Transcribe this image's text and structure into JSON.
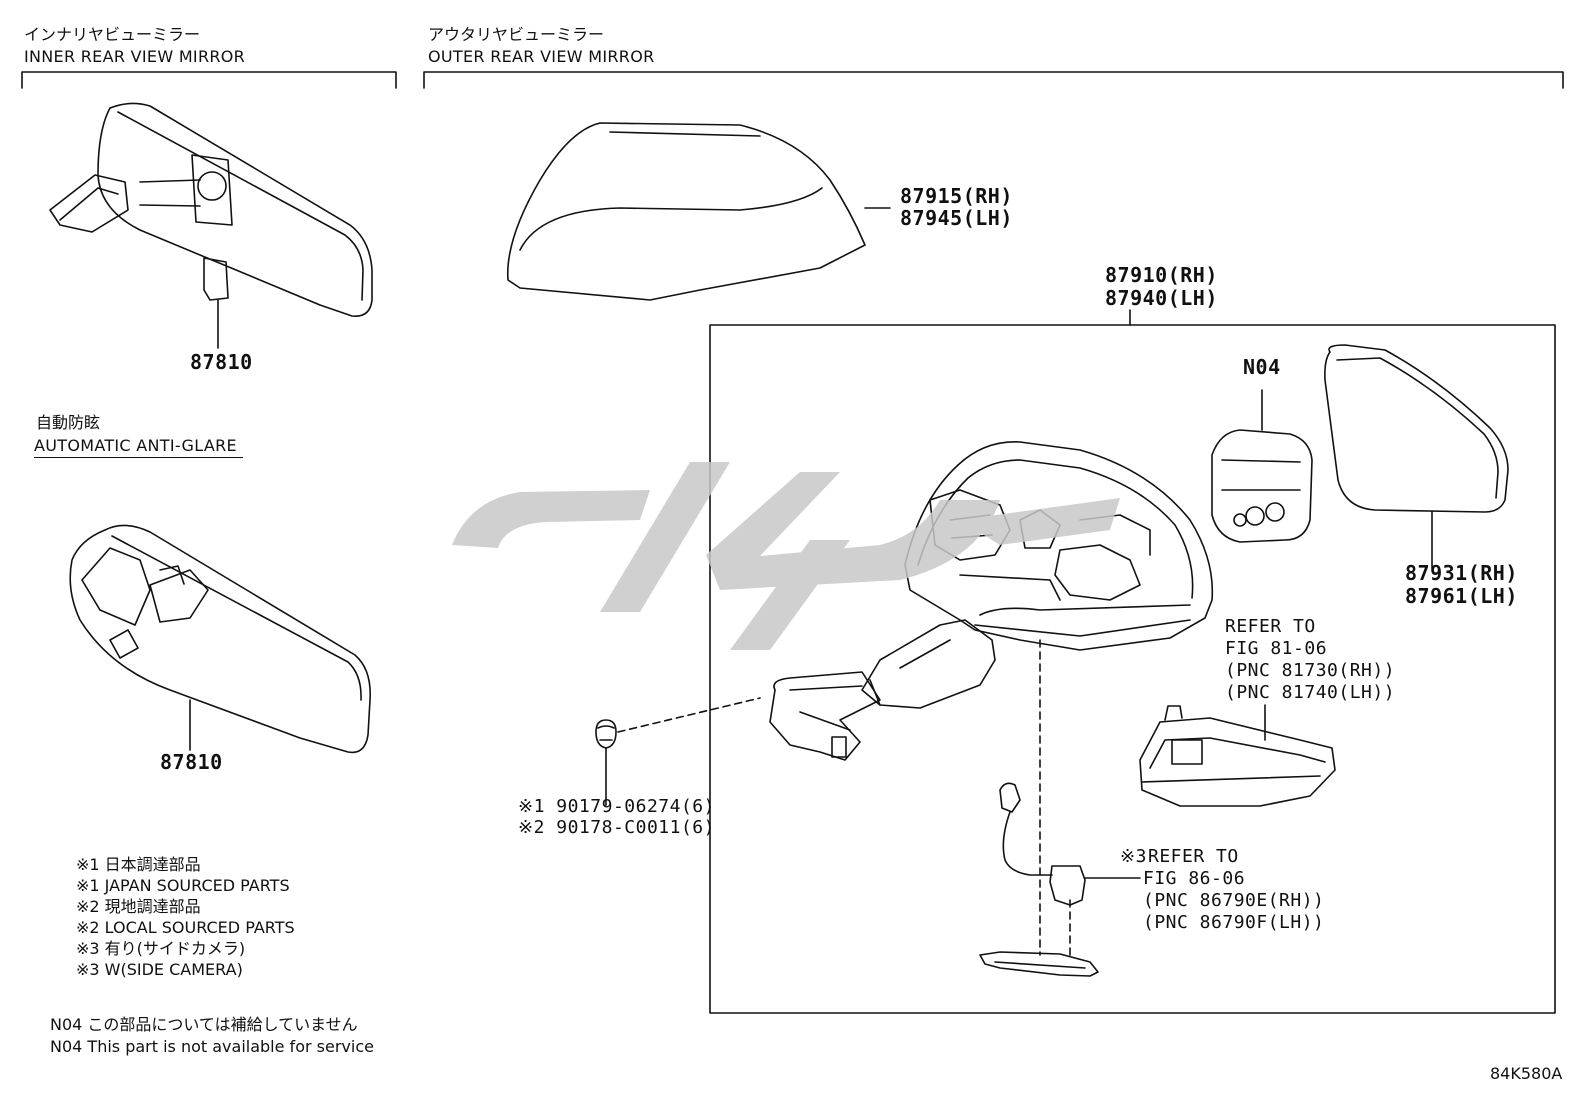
{
  "sections": {
    "inner": {
      "jp": "インナリヤビューミラー",
      "en": "INNER REAR VIEW MIRROR"
    },
    "outer": {
      "jp": "アウタリヤビューミラー",
      "en": "OUTER REAR VIEW MIRROR"
    },
    "auto": {
      "jp": "自動防眩",
      "en": "AUTOMATIC ANTI-GLARE"
    }
  },
  "parts": {
    "inner_top": "87810",
    "inner_auto": "87810",
    "cover_rh": "87915(RH)",
    "cover_lh": "87945(LH)",
    "assy_rh": "87910(RH)",
    "assy_lh": "87940(LH)",
    "n04": "N04",
    "glass_rh": "87931(RH)",
    "glass_lh": "87961(LH)",
    "clip_1": "※1 90179-06274(6)",
    "clip_2": "※2 90178-C0011(6)"
  },
  "refs": {
    "turn_lamp": [
      "REFER TO",
      "FIG 81-06",
      "(PNC 81730(RH))",
      "(PNC 81740(LH))"
    ],
    "camera_prefix": "※3",
    "camera": [
      "REFER TO",
      "FIG 86-06",
      "(PNC 86790E(RH))",
      "(PNC 86790F(LH))"
    ]
  },
  "legend": [
    "※1 日本調達部品",
    "※1 JAPAN SOURCED PARTS",
    "※2 現地調達部品",
    "※2 LOCAL SOURCED PARTS",
    "※3 有り(サイドカメラ)",
    "※3 W(SIDE CAMERA)"
  ],
  "notes": [
    "N04 この部品については補給していません",
    "N04 This part is not available for service"
  ],
  "diagram_code": "84K580A"
}
